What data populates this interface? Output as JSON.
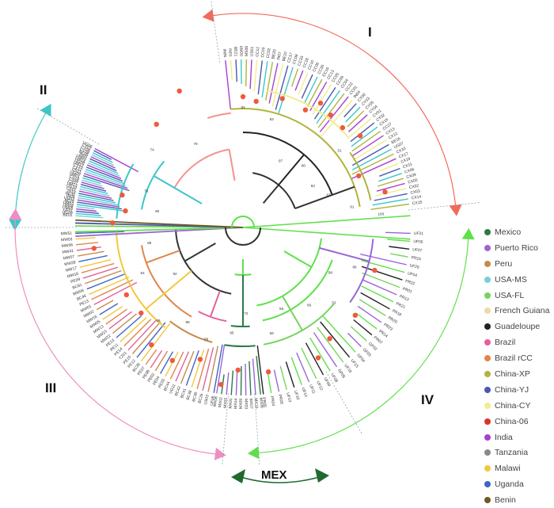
{
  "clades": [
    {
      "id": "I",
      "label": "I",
      "color": "#f26a5a"
    },
    {
      "id": "II",
      "label": "II",
      "color": "#3cc6c8"
    },
    {
      "id": "III",
      "label": "III",
      "color": "#ee8ec0"
    },
    {
      "id": "IV",
      "label": "IV",
      "color": "#5fe04a"
    }
  ],
  "mex_label": "MEX",
  "legend": [
    {
      "name": "Mexico",
      "color": "#2a7a46"
    },
    {
      "name": "Puerto Rico",
      "color": "#9a66d6"
    },
    {
      "name": "Peru",
      "color": "#c78a4e"
    },
    {
      "name": "USA-MS",
      "color": "#78cfd5"
    },
    {
      "name": "USA-FL",
      "color": "#76d45e"
    },
    {
      "name": "French Guiana",
      "color": "#efd9a6"
    },
    {
      "name": "Guadeloupe",
      "color": "#222222"
    },
    {
      "name": "Brazil",
      "color": "#e4609c"
    },
    {
      "name": "Brazil rCC",
      "color": "#e0864a"
    },
    {
      "name": "China-XP",
      "color": "#b2b33c"
    },
    {
      "name": "China-YJ",
      "color": "#4a58b0"
    },
    {
      "name": "China-CY",
      "color": "#f2ec8c"
    },
    {
      "name": "China-06",
      "color": "#d8342c"
    },
    {
      "name": "India",
      "color": "#a83fcf"
    },
    {
      "name": "Tanzania",
      "color": "#8a8a8a"
    },
    {
      "name": "Malawi",
      "color": "#f2c83c"
    },
    {
      "name": "Uganda",
      "color": "#3d66c4"
    },
    {
      "name": "Benin",
      "color": "#6e5a20"
    }
  ],
  "leaves": {
    "I": [
      "IN06",
      "IN01",
      "BE21",
      "UM20",
      "MS08",
      "US01",
      "CC12",
      "CC03",
      "CC02",
      "BE20",
      "IN07",
      "BE10",
      "CC17",
      "CC08",
      "CC33",
      "CC18",
      "CC10",
      "CC06",
      "CC35",
      "CC16",
      "CC13",
      "CC05",
      "CC09",
      "CC04",
      "CC22",
      "CC01",
      "IN04",
      "CY06",
      "CY03",
      "CY05",
      "CY04",
      "CY01",
      "CY02",
      "CX16",
      "CC27",
      "CX13",
      "CX12",
      "BE16",
      "UG07",
      "CX10",
      "CX17",
      "CX19",
      "CX11",
      "CX06",
      "CX09",
      "CX05",
      "CX02",
      "CX03",
      "CX14",
      "CX15"
    ],
    "II": [
      "UG06",
      "CY07",
      "CY08",
      "CY09",
      "BE08",
      "IN03",
      "UM05",
      "UM14",
      "UG08",
      "UM12",
      "CY10",
      "CX12",
      "US11",
      "UG09",
      "UM01",
      "CX18",
      "CX04",
      "CX07",
      "UM13",
      "UG10",
      "CX01",
      "IN10",
      "BE30",
      "IN09",
      "UG03",
      "BE29",
      "UM03",
      "UM04",
      "UM05",
      "UF01",
      "UG09",
      "BE01"
    ],
    "III": [
      "MW51",
      "MW03",
      "MW06",
      "MW41",
      "MW07",
      "MW28",
      "MW17",
      "MW18",
      "PE09",
      "BC81",
      "MW06",
      "BC46",
      "PE13",
      "MW01",
      "MW02",
      "MW16",
      "MW05",
      "MW13",
      "MW21",
      "MW22",
      "PE13",
      "PE11",
      "PE14",
      "TZ01",
      "PE15",
      "PE12",
      "BC39",
      "PE07",
      "PE08",
      "PE02",
      "PE04",
      "PE03",
      "BC44",
      "UG11",
      "BC42",
      "BC41",
      "BC38",
      "BC30",
      "BC26",
      "US03",
      "UF06"
    ],
    "MEX": [
      "MX08",
      "MX02",
      "MX05",
      "MX01",
      "MX04",
      "MX09",
      "MX03",
      "MX07",
      "MX10",
      "MX06"
    ],
    "IV": [
      "PR08",
      "PR04",
      "PR05",
      "UF13",
      "UF10",
      "UF14",
      "UF11",
      "UF12",
      "UF09",
      "UF08",
      "GP05",
      "UF16",
      "UF15",
      "GF04",
      "GF03",
      "GP02",
      "PR07",
      "PR14",
      "PR23",
      "PR20",
      "PR18",
      "PR21",
      "PR13",
      "PR01",
      "PR22",
      "UF04",
      "UF20",
      "PR16",
      "UF07",
      "UF05",
      "UF21"
    ]
  },
  "bootstrap_labels": [
    "97",
    "80",
    "63",
    "67",
    "83",
    "51",
    "61",
    "79",
    "74",
    "76",
    "90",
    "85",
    "94",
    "92",
    "69",
    "99",
    "88",
    "95",
    "72",
    "59",
    "56",
    "66",
    "53",
    "98",
    "86",
    "93",
    "100"
  ]
}
